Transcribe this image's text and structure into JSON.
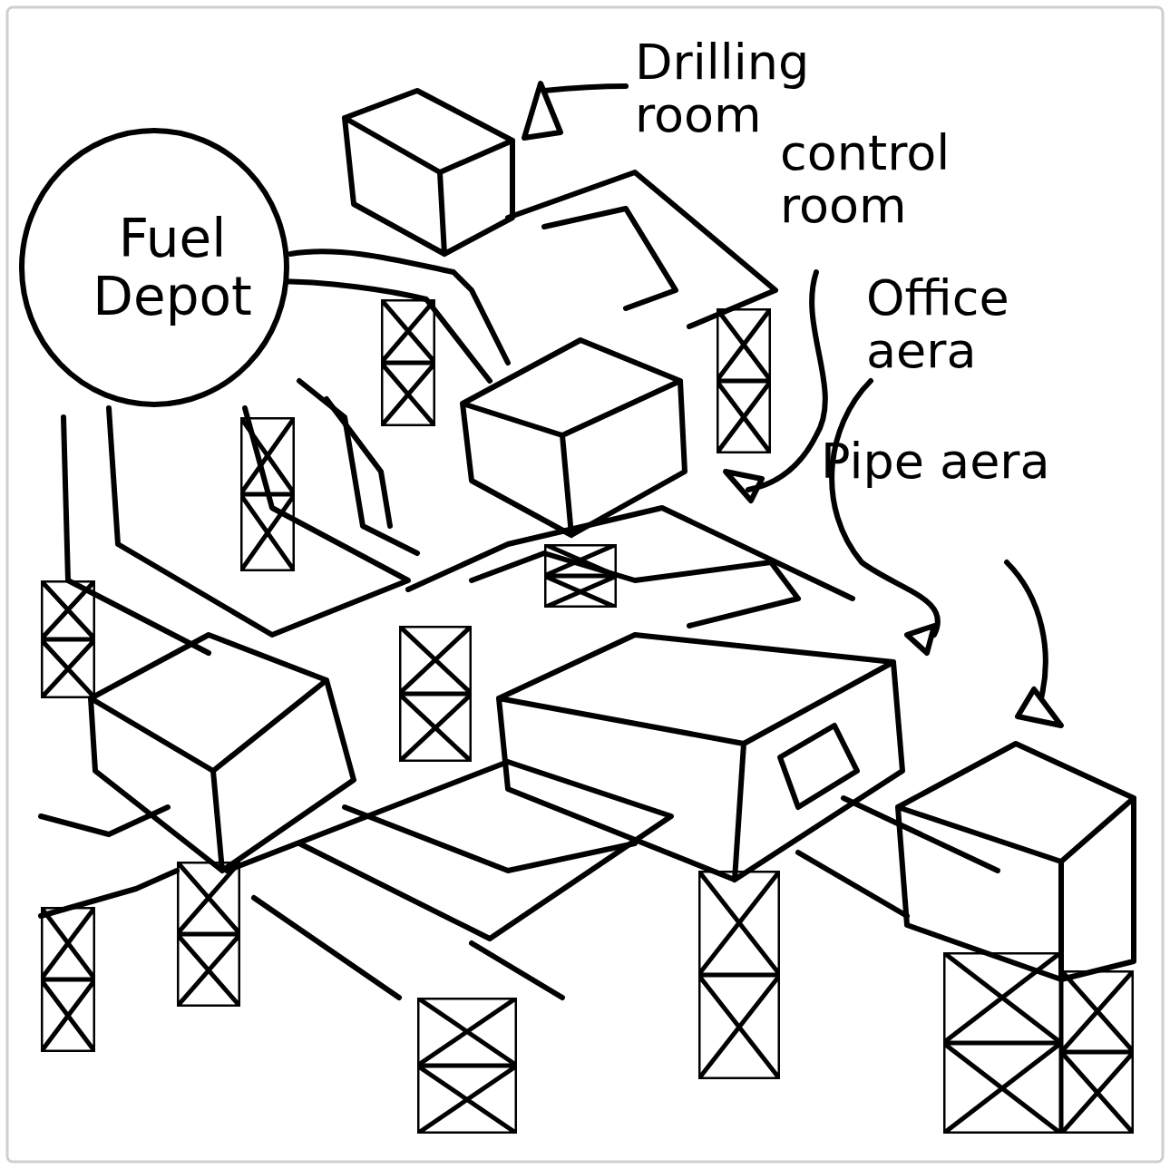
{
  "diagram": {
    "nodes": [
      {
        "text": [
          "Fuel Depot"
        ]
      }
    ],
    "labels": [
      "Drilling room",
      "control room",
      "Office aera",
      "Pipe aera"
    ]
  }
}
